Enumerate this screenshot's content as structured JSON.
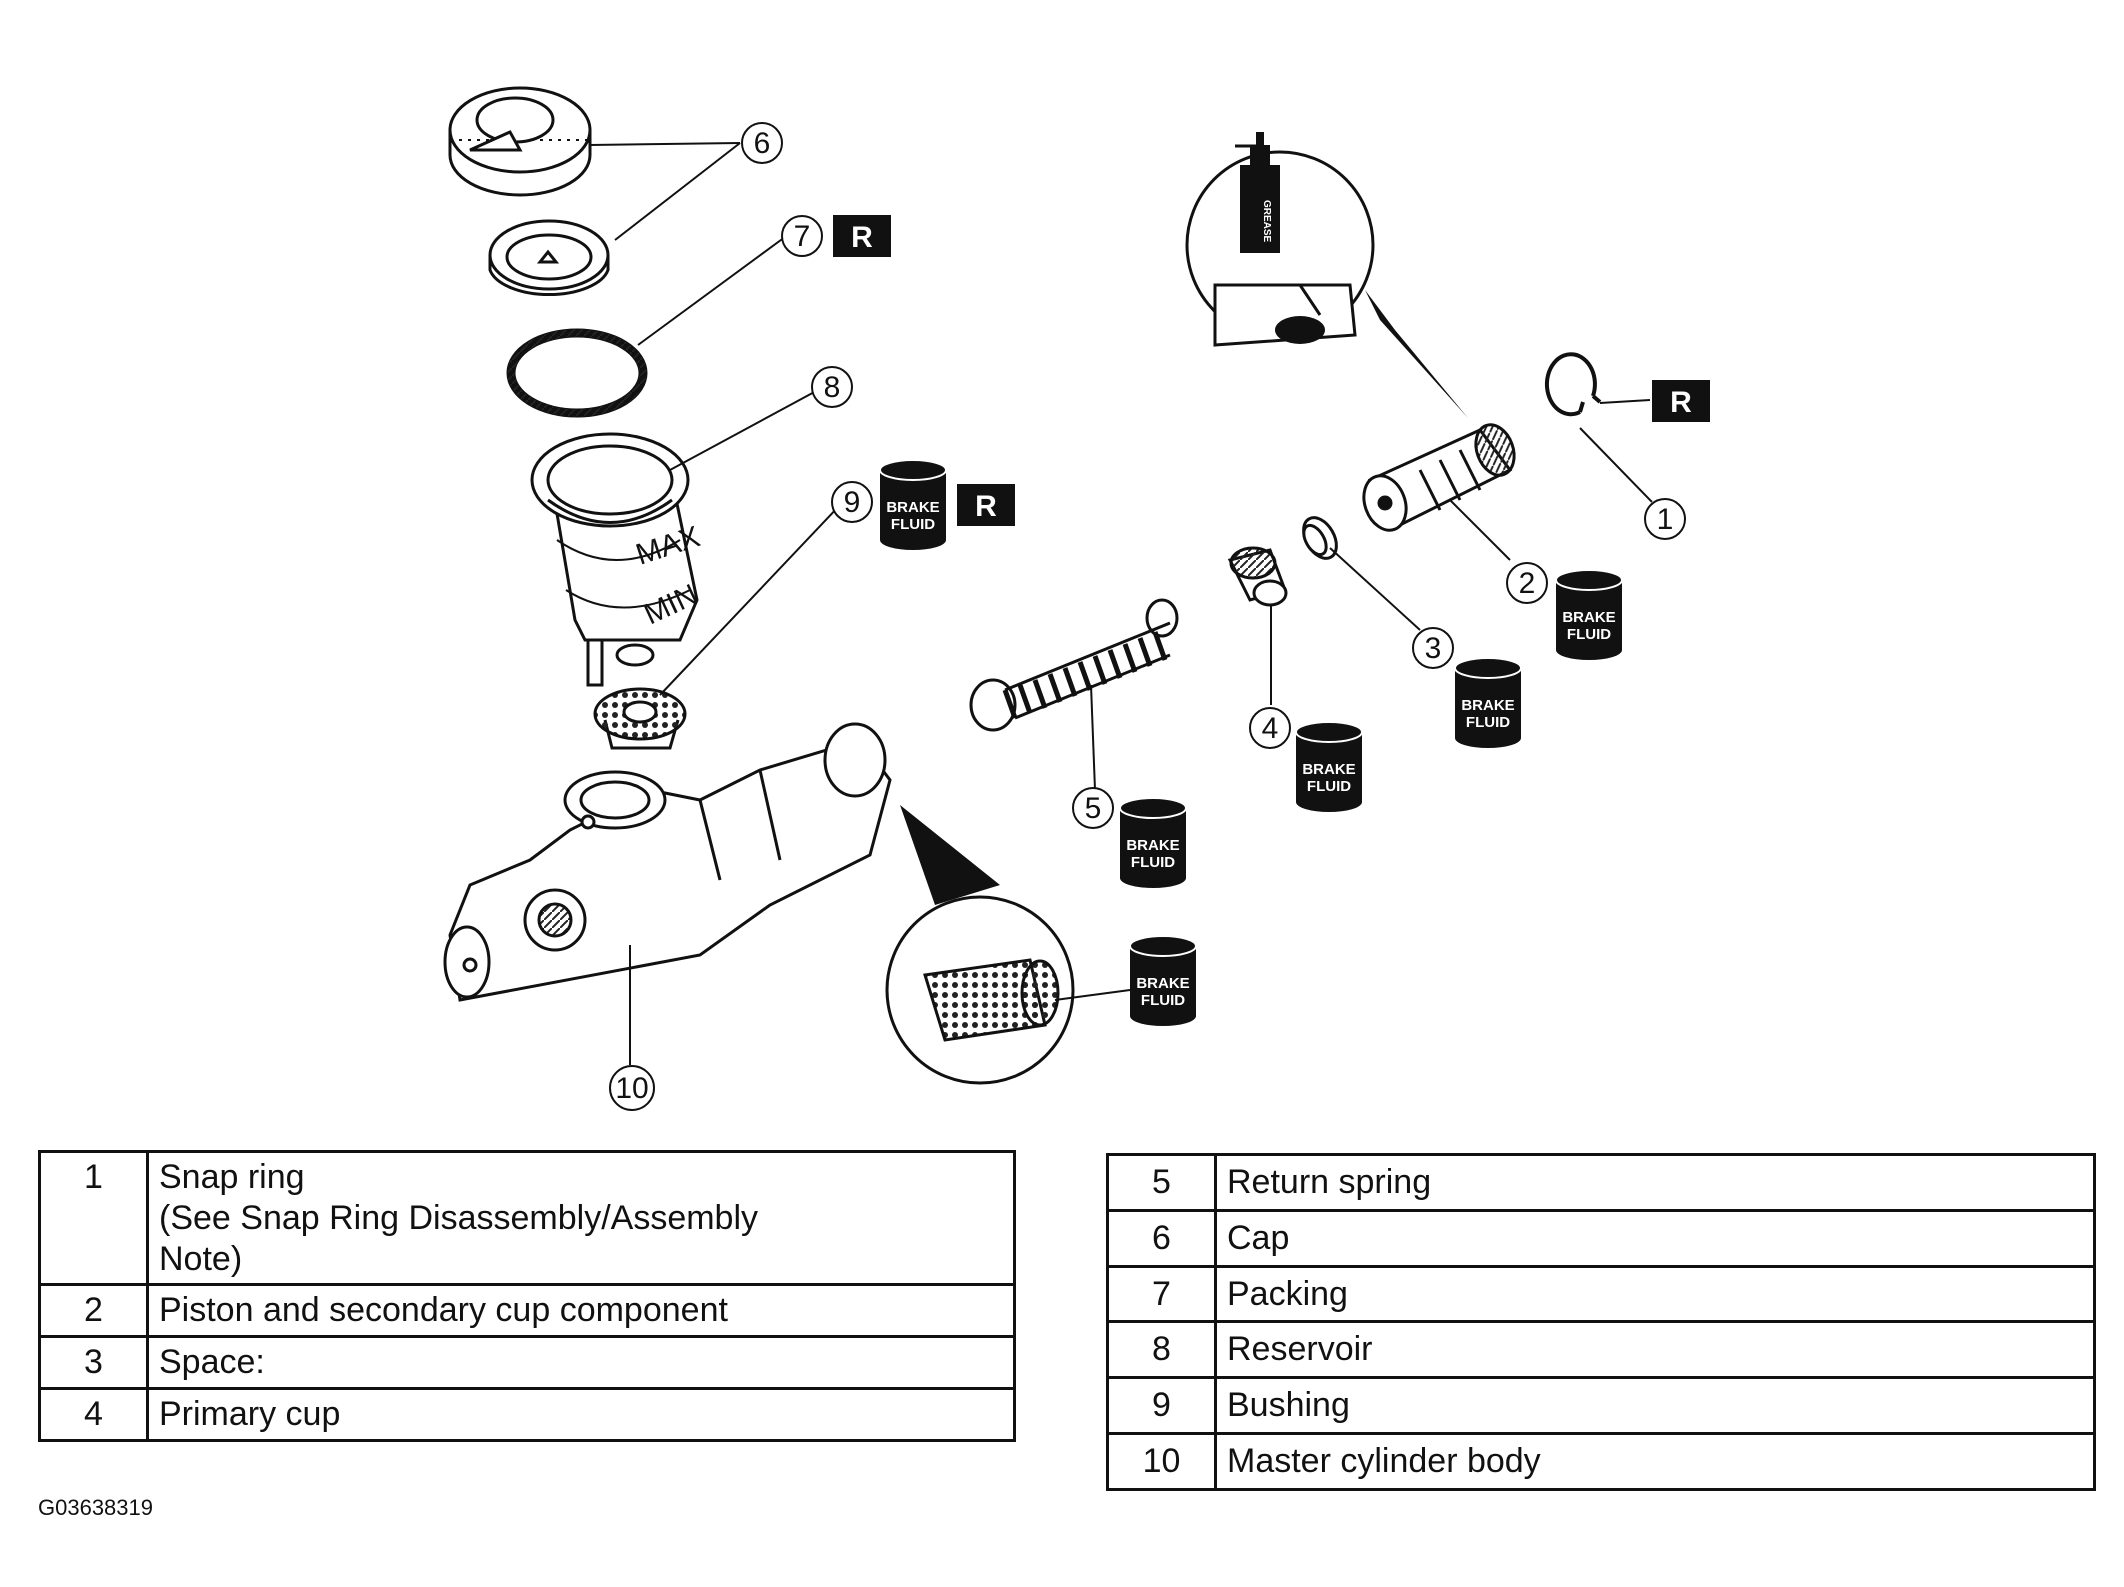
{
  "tags": {
    "replace": "R",
    "brake_fluid_line1": "BRAKE",
    "brake_fluid_line2": "FLUID",
    "grease": "GREASE",
    "reservoir_max": "MAX",
    "reservoir_min": "MIN"
  },
  "callouts": [
    "1",
    "2",
    "3",
    "4",
    "5",
    "6",
    "7",
    "8",
    "9",
    "10"
  ],
  "legend_left": [
    {
      "num": "1",
      "lines": [
        "Snap ring",
        "(See Snap Ring Disassembly/Assembly",
        "Note)"
      ]
    },
    {
      "num": "2",
      "lines": [
        "Piston and secondary cup component"
      ]
    },
    {
      "num": "3",
      "lines": [
        "Space:"
      ]
    },
    {
      "num": "4",
      "lines": [
        "Primary cup"
      ]
    }
  ],
  "legend_right": [
    {
      "num": "5",
      "desc": "Return spring"
    },
    {
      "num": "6",
      "desc": "Cap"
    },
    {
      "num": "7",
      "desc": "Packing"
    },
    {
      "num": "8",
      "desc": "Reservoir"
    },
    {
      "num": "9",
      "desc": "Bushing"
    },
    {
      "num": "10",
      "desc": "Master cylinder body"
    }
  ],
  "figure_id": "G03638319"
}
